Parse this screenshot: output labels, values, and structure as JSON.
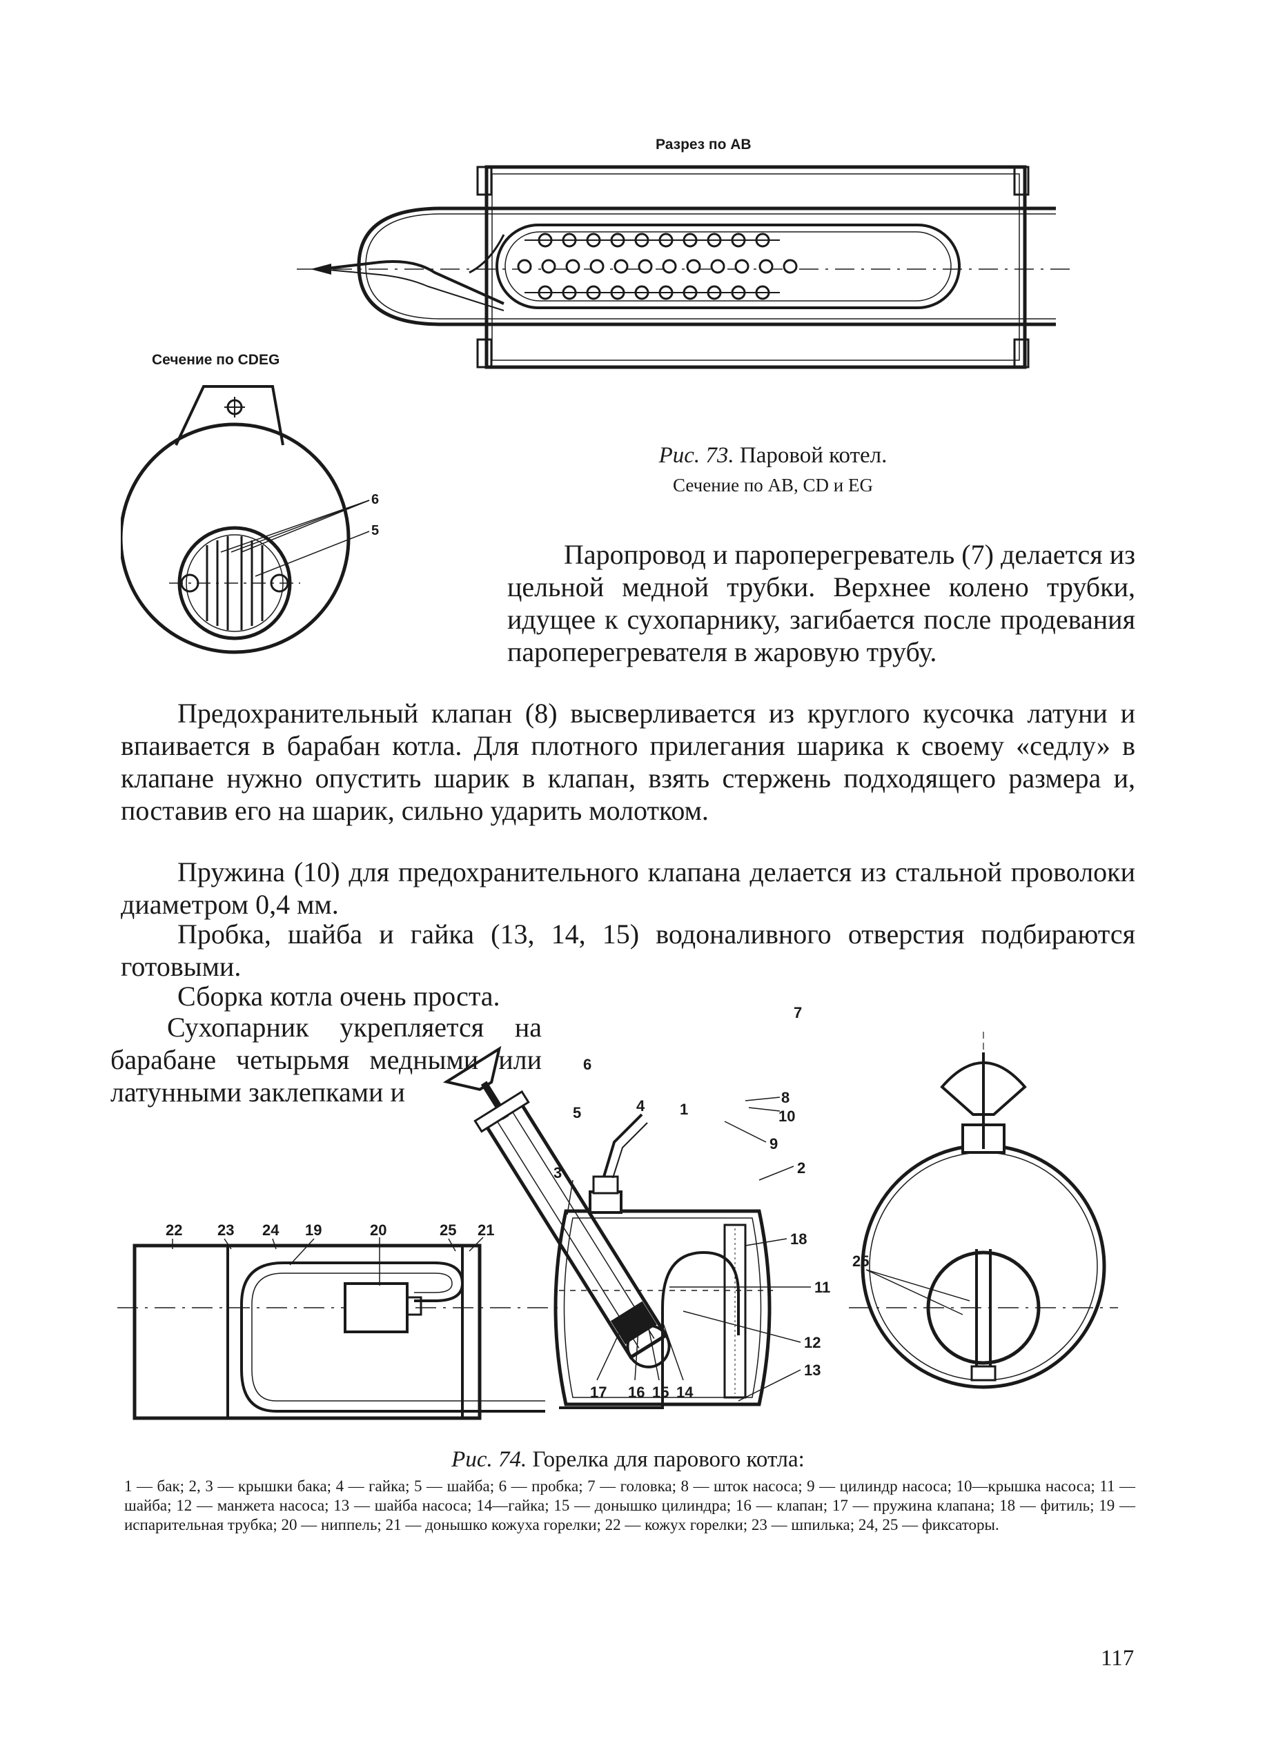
{
  "fig73": {
    "label_ab": "Разрез по АВ",
    "label_cdeg": "Сечение по CDEG",
    "callouts": [
      "6",
      "5"
    ],
    "caption_prefix": "Рис. 73.",
    "caption_title": "Паровой котел.",
    "caption_sub": "Сечение по АВ, CD и EG"
  },
  "text": {
    "p1": "Паропровод и пароперегреватель (7) делается из цельной медной трубки. Верхнее колено трубки, идущее к сухопарнику, загибается после продевания пароперегревателя в жаровую трубу.",
    "p2": "Предохранительный клапан (8) высверливается из круглого кусочка латуни и впаивается в барабан котла. Для плотного прилегания шарика к своему «седлу» в клапане нужно опустить шарик в клапан, взять стержень подходящего размера и, поставив его на шарик, сильно ударить молотком.",
    "p3": "Пружина (10) для предохранительного клапана делается из стальной проволоки диаметром 0,4 мм.",
    "p4": "Пробка, шайба и гайка (13, 14, 15) водоналивного отверстия подбираются готовыми.",
    "p5": "Сборка котла очень проста.",
    "p6": "Сухопарник укрепляется на барабане четырьмя медными или латунными заклепками и"
  },
  "fig74": {
    "callouts": {
      "n1": "1",
      "n2": "2",
      "n3": "3",
      "n4": "4",
      "n5": "5",
      "n6": "6",
      "n7": "7",
      "n8": "8",
      "n9": "9",
      "n10": "10",
      "n11": "11",
      "n12": "12",
      "n13": "13",
      "n14": "14",
      "n15": "15",
      "n16": "16",
      "n17": "17",
      "n18": "18",
      "n19": "19",
      "n20": "20",
      "n21": "21",
      "n22": "22",
      "n23": "23",
      "n24": "24",
      "n25": "25",
      "n25b": "25"
    },
    "caption_prefix": "Рис. 74.",
    "caption_title": "Горелка для парового котла:",
    "legend": "1 — бак; 2, 3 — крышки бака; 4 — гайка; 5 — шайба; 6 — пробка; 7 — головка; 8 — шток насоса; 9 — цилиндр насоса; 10—крышка насоса; 11 — шайба; 12 — манжета насоса; 13 — шайба насоса; 14—гайка; 15 — донышко цилиндра; 16 — клапан; 17 — пружина клапана; 18 — фитиль; 19 — испарительная трубка; 20 — ниппель; 21 — донышко кожуха горелки; 22 — кожух горелки; 23 — шпилька; 24, 25 — фиксаторы."
  },
  "page_number": "117"
}
